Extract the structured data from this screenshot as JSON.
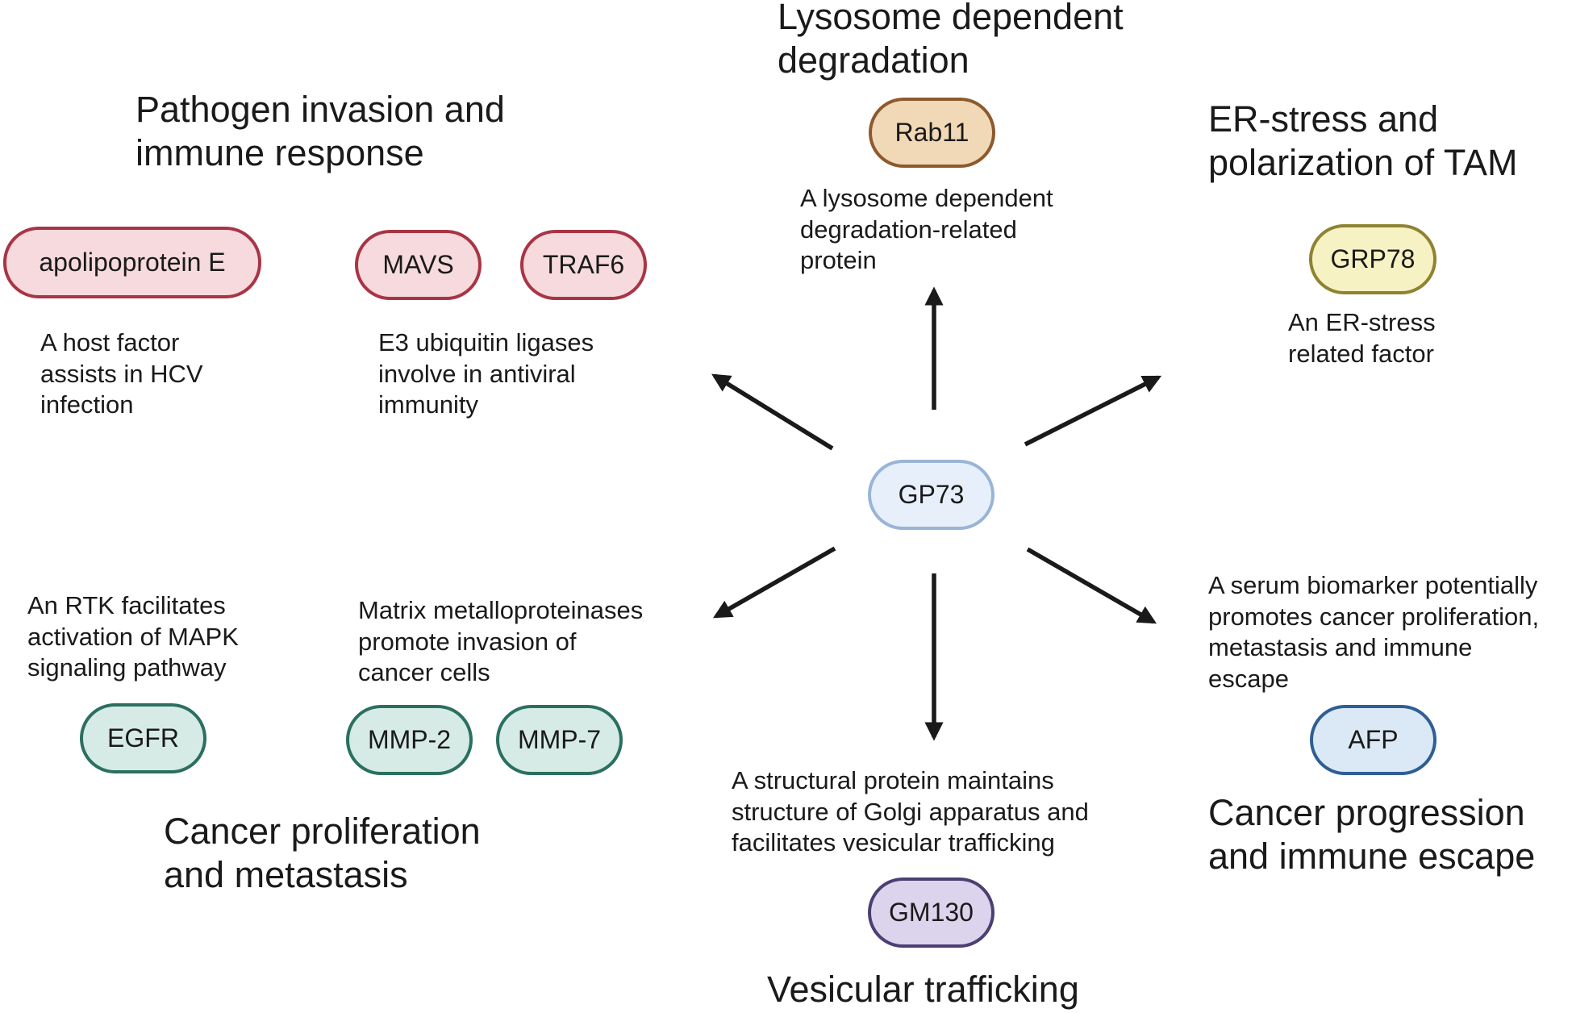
{
  "center": {
    "label": "GP73"
  },
  "groups": {
    "lysosome": {
      "title": "Lysosome dependent\ndegradation",
      "proteins": [
        "Rab11"
      ],
      "description": "A lysosome dependent\ndegradation-related\nprotein"
    },
    "er_stress": {
      "title": "ER-stress and\npolarization of TAM",
      "proteins": [
        "GRP78"
      ],
      "description": "An ER-stress\nrelated factor"
    },
    "pathogen": {
      "title": "Pathogen invasion and\nimmune response",
      "proteins": [
        "apolipoprotein E",
        "MAVS",
        "TRAF6"
      ],
      "descriptions": [
        "A host factor\nassists in HCV\ninfection",
        "E3 ubiquitin ligases\ninvolve in antiviral\nimmunity"
      ]
    },
    "cancer_proliferation": {
      "title": "Cancer proliferation\nand metastasis",
      "proteins": [
        "EGFR",
        "MMP-2",
        "MMP-7"
      ],
      "descriptions": [
        "An RTK facilitates\nactivation of MAPK\nsignaling pathway",
        "Matrix metalloproteinases\npromote invasion of\ncancer cells"
      ]
    },
    "vesicular": {
      "title": "Vesicular trafficking",
      "proteins": [
        "GM130"
      ],
      "description": "A structural protein maintains\nstructure of Golgi apparatus and\nfacilitates vesicular trafficking"
    },
    "cancer_progression": {
      "title": "Cancer progression\nand immune escape",
      "proteins": [
        "AFP"
      ],
      "description": "A serum biomarker potentially\npromotes cancer proliferation,\nmetastasis and immune\nescape"
    }
  },
  "colors": {
    "pathogen": "#a83545",
    "lysosome": "#8c5a2c",
    "er_stress": "#8e8331",
    "center": "#9ab4d8",
    "cancer_progression": "#2e5f93",
    "cancer_proliferation": "#2b6f60",
    "vesicular": "#4c3f73",
    "arrow": "#1a1a1a"
  }
}
